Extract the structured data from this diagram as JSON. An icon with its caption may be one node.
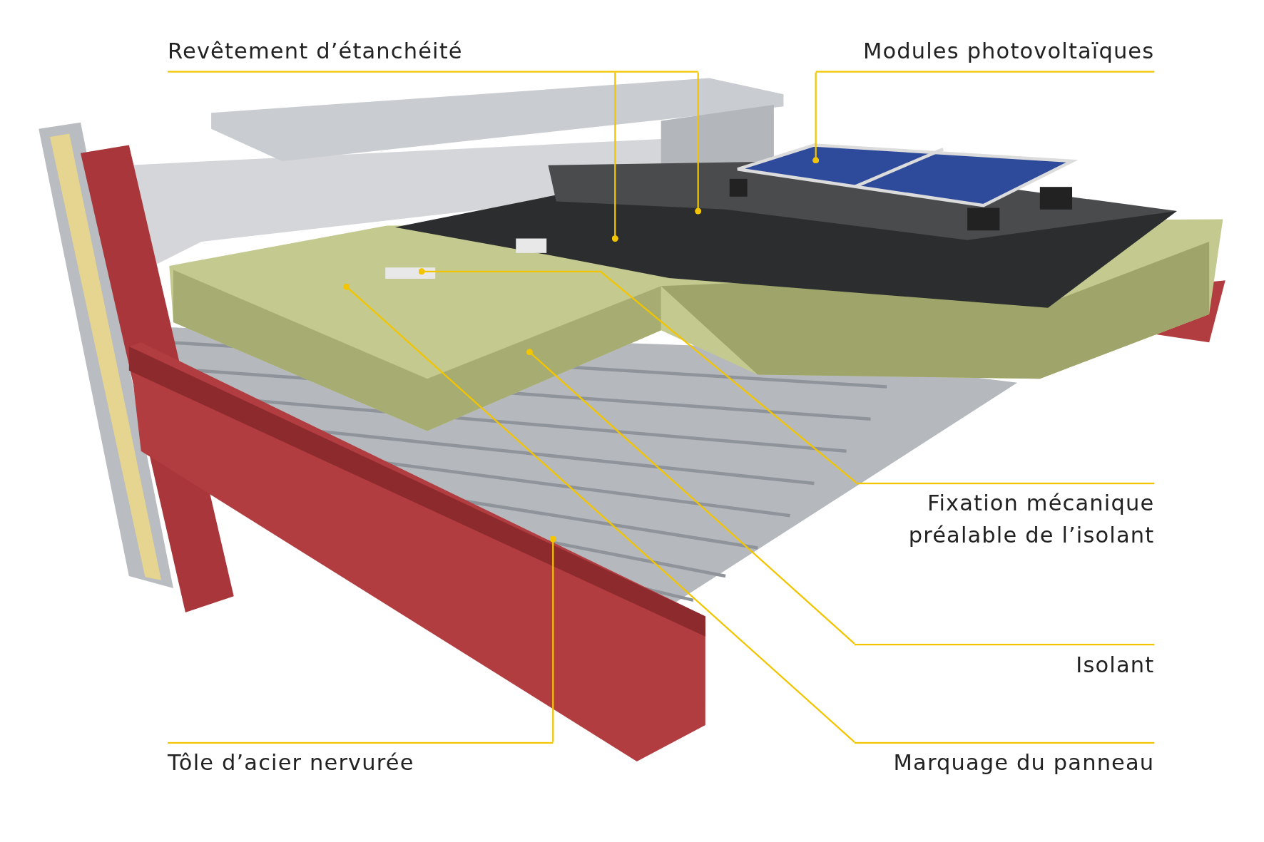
{
  "diagram": {
    "nodes": [
      {
        "text": [
          "Revêtement d’étanchéité"
        ]
      },
      {
        "text": [
          "Modules photovoltaïques"
        ]
      },
      {
        "text": [
          "Fixation mécanique préalable de l’isolant"
        ]
      },
      {
        "text": [
          "Isolant"
        ]
      },
      {
        "text": [
          "Tôle d’acier nervurée"
        ]
      },
      {
        "text": [
          "Marquage du panneau"
        ]
      }
    ],
    "edges": [
      {
        "from": 0,
        "to": null,
        "arrow": "other"
      },
      {
        "from": 0,
        "to": null,
        "arrow": "other"
      },
      {
        "from": 1,
        "to": null,
        "arrow": "other"
      },
      {
        "from": 2,
        "to": null,
        "arrow": "other"
      },
      {
        "from": 3,
        "to": null,
        "arrow": "other"
      },
      {
        "from": 5,
        "to": null,
        "arrow": "other"
      },
      {
        "from": 4,
        "to": null,
        "arrow": "other"
      }
    ]
  }
}
